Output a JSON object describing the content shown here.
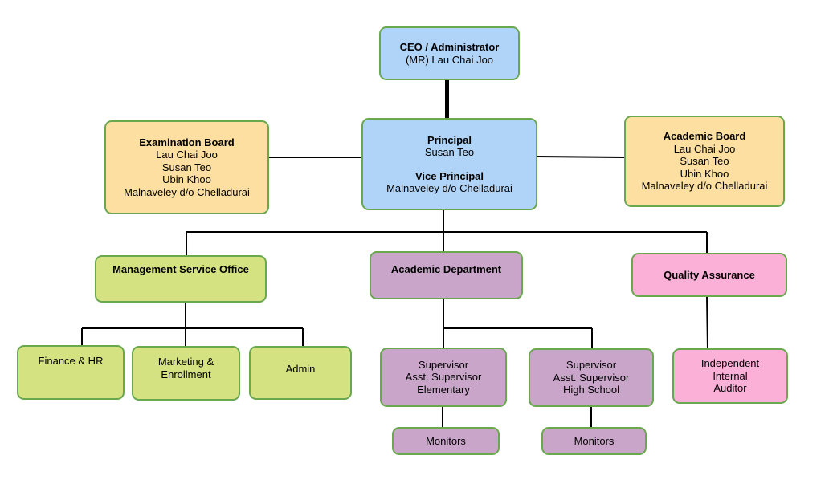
{
  "ceo": {
    "title": "CEO / Administrator",
    "name": "(MR) Lau Chai Joo"
  },
  "principal": {
    "title": "Principal",
    "name": "Susan Teo",
    "vice_title": "Vice Principal",
    "vice_name": "Malnaveley d/o Chelladurai"
  },
  "exam_board": {
    "title": "Examination Board",
    "members": [
      "Lau Chai Joo",
      "Susan Teo",
      "Ubin Khoo",
      "Malnaveley d/o Chelladurai"
    ]
  },
  "academic_board": {
    "title": "Academic Board",
    "members": [
      "Lau Chai Joo",
      "Susan Teo",
      "Ubin Khoo",
      "Malnaveley d/o Chelladurai"
    ]
  },
  "departments": {
    "management": "Management Service Office",
    "academic": "Academic Department",
    "quality": "Quality Assurance"
  },
  "management_units": {
    "finance": "Finance & HR",
    "marketing": [
      "Marketing &",
      "Enrollment"
    ],
    "admin": "Admin"
  },
  "supervisors": {
    "elementary": [
      "Supervisor",
      "Asst. Supervisor",
      "Elementary"
    ],
    "high_school": [
      "Supervisor",
      "Asst. Supervisor",
      "High School"
    ]
  },
  "monitors": {
    "elementary": "Monitors",
    "high_school": "Monitors"
  },
  "auditor": [
    "Independent",
    "Internal",
    "Auditor"
  ],
  "colors": {
    "border": "#6aa84f",
    "blue": "#b0d4f7",
    "orange": "#fde0a1",
    "green": "#d4e281",
    "purple": "#c9a6c9",
    "pink": "#fbb0d8"
  }
}
